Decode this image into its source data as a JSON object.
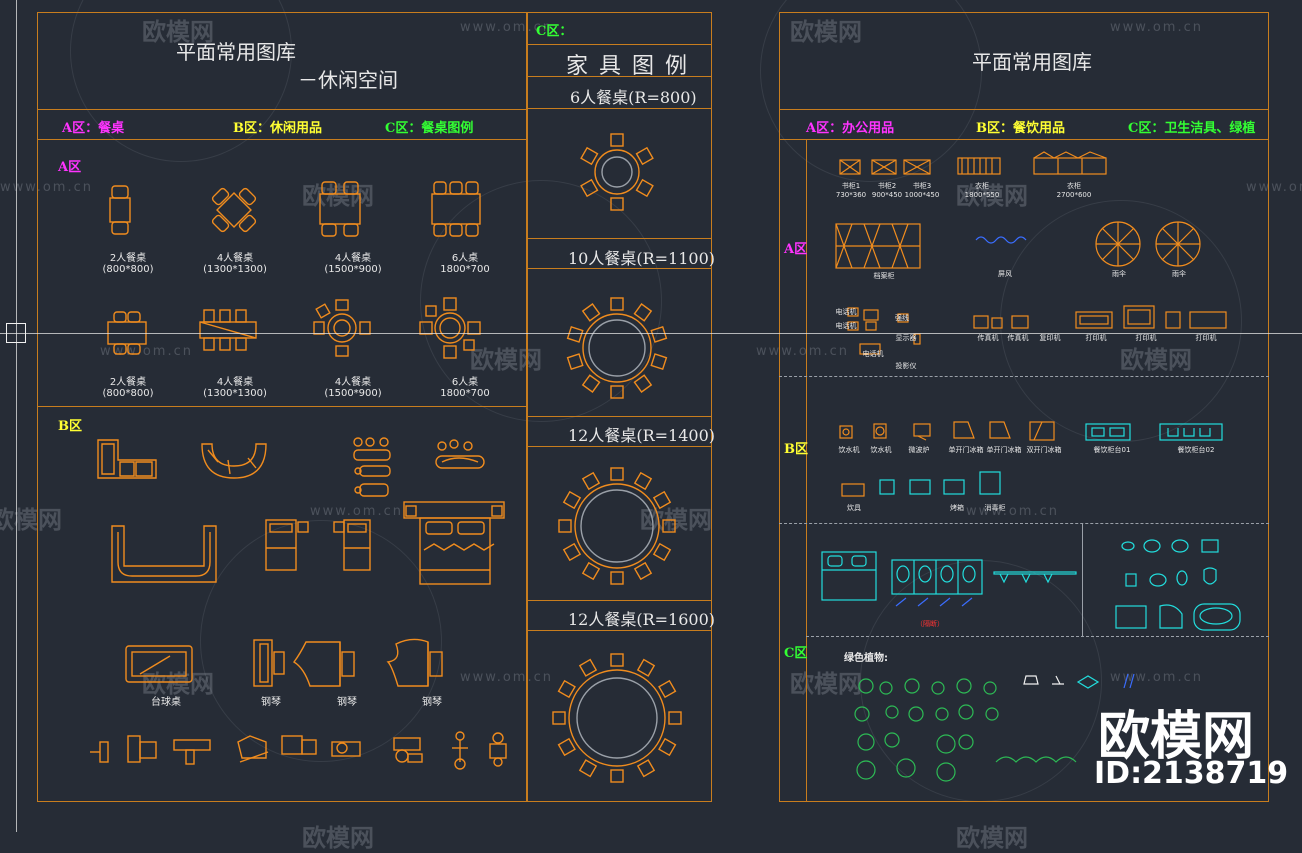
{
  "left_sheet": {
    "title_line1": "平面常用图库",
    "title_line2": "－休闲空间",
    "zone_headers": {
      "a": "A区：餐桌",
      "b": "B区：休闲用品",
      "c": "C区：餐桌图例"
    },
    "zone_a_label": "A区",
    "zone_b_label": "B区",
    "a_row1": [
      {
        "name": "2人餐桌",
        "size": "(800*800)"
      },
      {
        "name": "4人餐桌",
        "size": "(1300*1300)"
      },
      {
        "name": "4人餐桌",
        "size": "(1500*900)"
      },
      {
        "name": "6人桌",
        "size": "1800*700"
      }
    ],
    "a_row2": [
      {
        "name": "2人餐桌",
        "size": "(800*800)"
      },
      {
        "name": "4人餐桌",
        "size": "(1300*1300)"
      },
      {
        "name": "4人餐桌",
        "size": "(1500*900)"
      },
      {
        "name": "6人桌",
        "size": "1800*700"
      }
    ],
    "b_labels": {
      "pool_table": "台球桌",
      "piano1": "钢琴",
      "piano2": "钢琴",
      "piano3": "钢琴"
    }
  },
  "middle_column": {
    "zone_label": "C区：",
    "title": "家 具 图 例",
    "tables": [
      {
        "label": "6人餐桌(R=800)"
      },
      {
        "label": "10人餐桌(R=1100)"
      },
      {
        "label": "12人餐桌(R=1400)"
      },
      {
        "label": "12人餐桌(R=1600)"
      }
    ]
  },
  "right_sheet": {
    "title": "平面常用图库",
    "zone_headers": {
      "a": "A区：办公用品",
      "b": "B区：餐饮用品",
      "c": "C区：卫生洁具、绿植"
    },
    "zone_a_label": "A区",
    "zone_b_label": "B区",
    "zone_c_label": "C区",
    "a_items": {
      "desk1": "书柜1",
      "desk1_size": "730*360",
      "desk2": "书柜2",
      "desk2_size": "900*450",
      "desk3": "书柜3",
      "desk3_size": "1000*450",
      "cabinet1": "衣柜",
      "cabinet1_size": "1800*550",
      "cabinet2": "衣柜",
      "cabinet2_size": "2700*600",
      "shelf": "档案柜",
      "screen": "屏风",
      "umbrella1": "雨伞",
      "umbrella2": "雨伞",
      "phone1": "电话机",
      "phone2": "电话机",
      "phone3": "电话机",
      "monitor": "显示器",
      "fax": "传真机",
      "fax2": "传真机",
      "printer1": "打印机",
      "printer2": "打印机",
      "printer3": "打印机",
      "projector": "投影仪",
      "ground": "强线",
      "copier": "复印机"
    },
    "b_items": {
      "i1": "饮水机",
      "i2": "饮水机",
      "i3": "微波炉",
      "i4": "单开门冰箱",
      "i5": "单开门冰箱",
      "i6": "双开门冰箱",
      "i7": "餐饮柜台01",
      "i8": "餐饮柜台02",
      "i9": "炊具",
      "i10": "烤箱",
      "i11": "消毒柜"
    },
    "c_items": {
      "plants": "绿色植物:",
      "red_note": "（隔断）"
    }
  },
  "watermarks": {
    "brand": "欧模网",
    "url": "www.om.cn"
  },
  "branding": {
    "name": "欧模网",
    "id": "ID:2138719"
  },
  "colors": {
    "background": "#262c36",
    "frame": "#c87d1e",
    "furniture": "#f08c1e",
    "zone_magenta": "#ff33ff",
    "zone_yellow": "#ffff33",
    "zone_green": "#33ff33",
    "cyan": "#22dddd",
    "plant_green": "#2dbb55"
  }
}
